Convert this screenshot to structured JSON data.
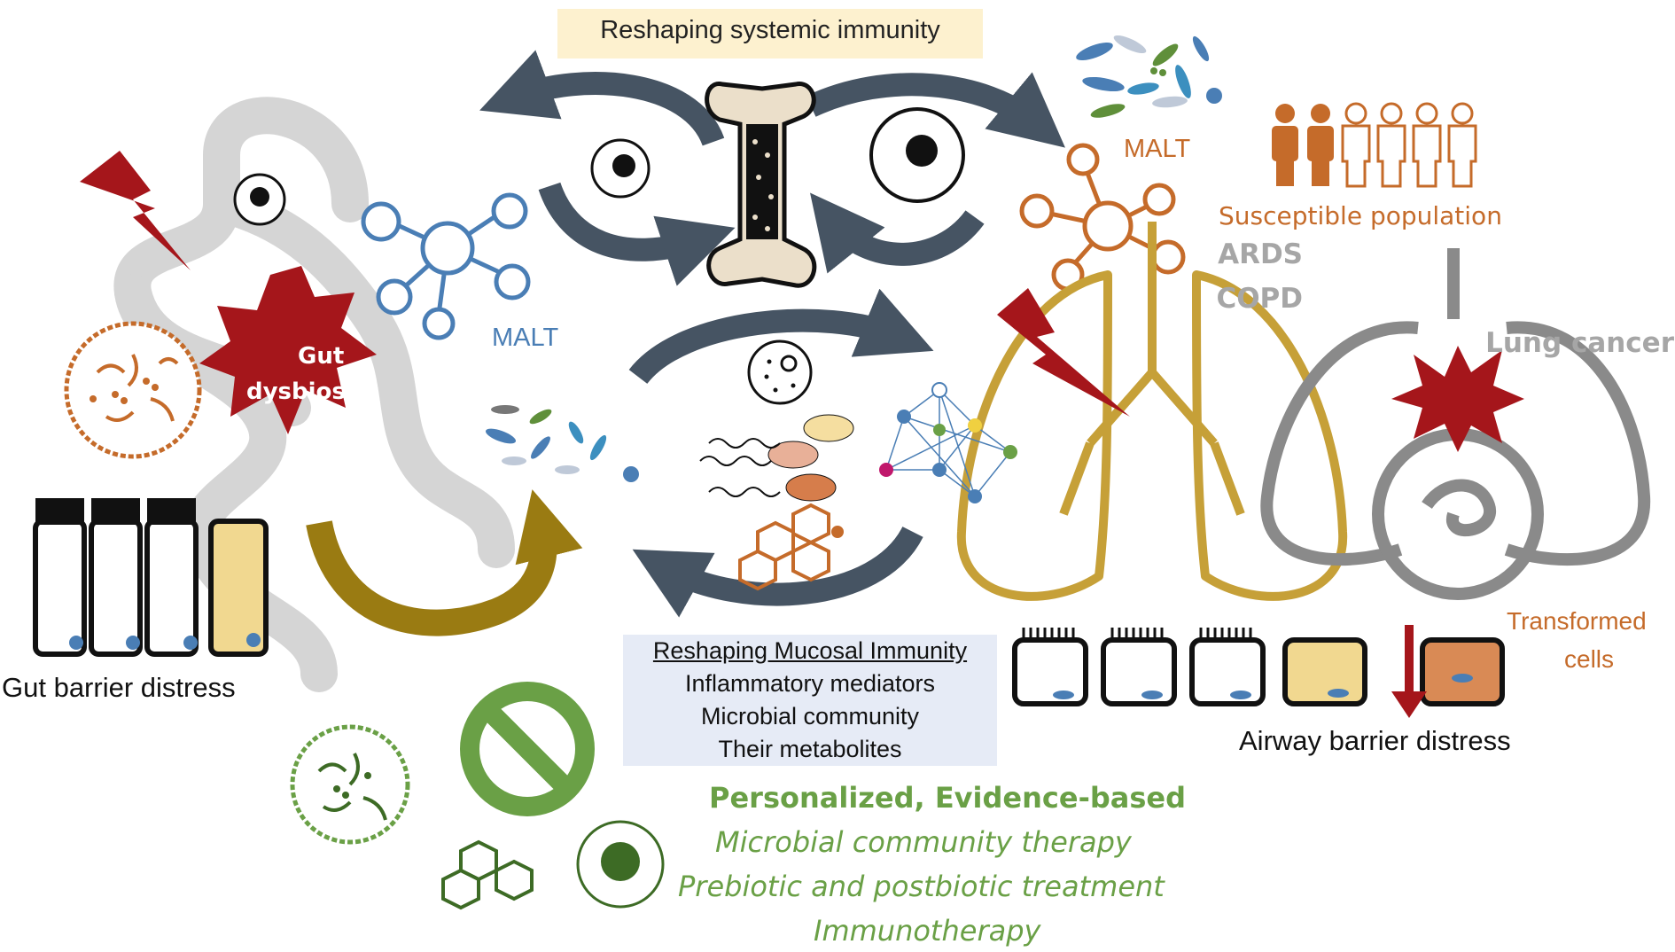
{
  "colors": {
    "arrow_slate": "#465463",
    "gut_gray": "#d3d3d3",
    "lung_gold": "#c6a038",
    "olive_arrow": "#9a7b12",
    "dysbiosis_red": "#a5161b",
    "malt_blue": "#4a7eb5",
    "orange": "#c56b2a",
    "green": "#6aa046",
    "dark_green": "#3d6b25",
    "gray_text": "#a6a6a6",
    "bone": "#ebdfca",
    "title_bg": "#fdf1cf",
    "box_bg": "#e6ebf6"
  },
  "icons": [
    "bone-icon",
    "monocyte-icon",
    "dendritic-cell-icon",
    "bacteria-icon",
    "population-icon",
    "lung-icon",
    "tumor-lung-icon",
    "lightning-icon",
    "no-sign-icon",
    "molecule-icon",
    "network-icon",
    "epithelial-cell-icon"
  ],
  "top_title": "Reshaping systemic immunity",
  "malt_left": "MALT",
  "malt_right": "MALT",
  "susceptible": "Susceptible population",
  "lung_diseases": [
    "ARDS",
    "COPD",
    "Lung cancer"
  ],
  "gut_dysbiosis": [
    "Gut",
    "dysbiosis"
  ],
  "gut_barrier": "Gut barrier distress",
  "airway_barrier": "Airway barrier distress",
  "transformed": [
    "Transformed",
    "cells"
  ],
  "mucosal": {
    "heading": "Reshaping Mucosal Immunity",
    "lines": [
      "Inflammatory mediators",
      "Microbial community",
      "Their metabolites"
    ]
  },
  "therapy": {
    "heading": "Personalized, Evidence-based",
    "lines": [
      "Microbial community therapy",
      "Prebiotic and postbiotic treatment",
      "Immunotherapy"
    ]
  }
}
